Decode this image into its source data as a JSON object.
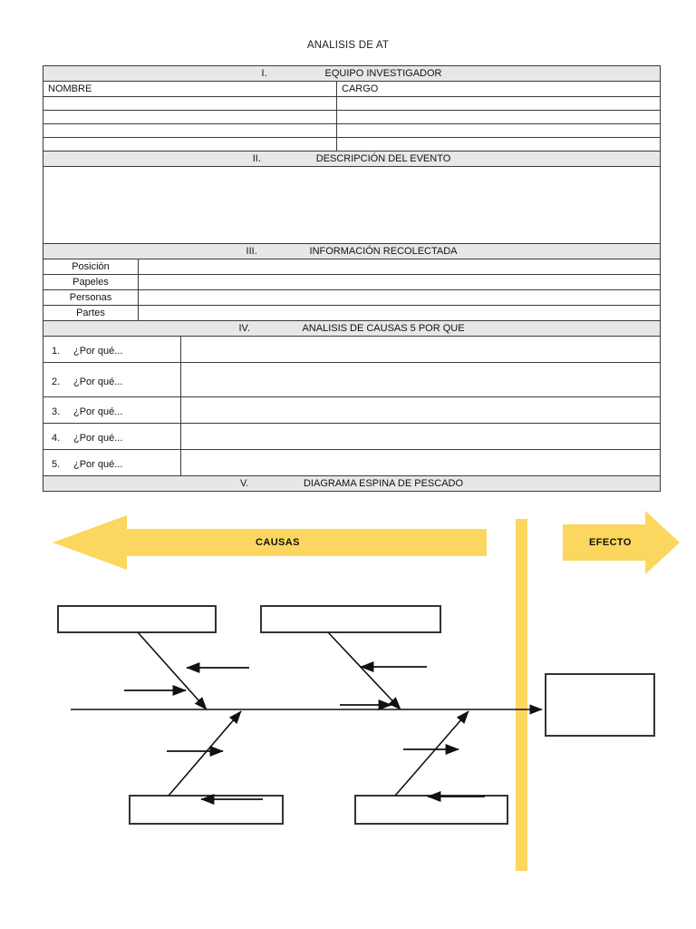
{
  "document": {
    "title": "ANALISIS DE AT"
  },
  "sections": [
    {
      "roman": "I.",
      "title": "EQUIPO INVESTIGADOR",
      "columns": [
        "NOMBRE",
        "CARGO"
      ],
      "blank_rows": 4
    },
    {
      "roman": "II.",
      "title": "DESCRIPCIÓN DEL EVENTO",
      "text_area_value": ""
    },
    {
      "roman": "III.",
      "title": "INFORMACIÓN RECOLECTADA",
      "rows": [
        {
          "label": "Posición",
          "value": ""
        },
        {
          "label": "Papeles",
          "value": ""
        },
        {
          "label": "Personas",
          "value": ""
        },
        {
          "label": "Partes",
          "value": ""
        }
      ]
    },
    {
      "roman": "IV.",
      "title": "ANALISIS DE CAUSAS 5 POR QUE",
      "rows": [
        {
          "number": "1.",
          "prompt": "¿Por qué...",
          "answer": ""
        },
        {
          "number": "2.",
          "prompt": "¿Por qué...",
          "answer": ""
        },
        {
          "number": "3.",
          "prompt": "¿Por qué...",
          "answer": ""
        },
        {
          "number": "4.",
          "prompt": "¿Por qué...",
          "answer": ""
        },
        {
          "number": "5.",
          "prompt": "¿Por qué...",
          "answer": ""
        }
      ]
    },
    {
      "roman": "V.",
      "title": "DIAGRAMA ESPINA DE PESCADO"
    }
  ],
  "diagram": {
    "causes_banner_label": "CAUSAS",
    "effect_banner_label": "EFECTO",
    "accent_color": "#FBD75F",
    "line_color": "#1a1a1a",
    "cause_boxes": [
      {
        "position": "top-left",
        "value": ""
      },
      {
        "position": "top-right",
        "value": ""
      },
      {
        "position": "bottom-left",
        "value": ""
      },
      {
        "position": "bottom-right",
        "value": ""
      }
    ],
    "effect_box": {
      "value": ""
    },
    "sub_cause_arrows": 8
  }
}
